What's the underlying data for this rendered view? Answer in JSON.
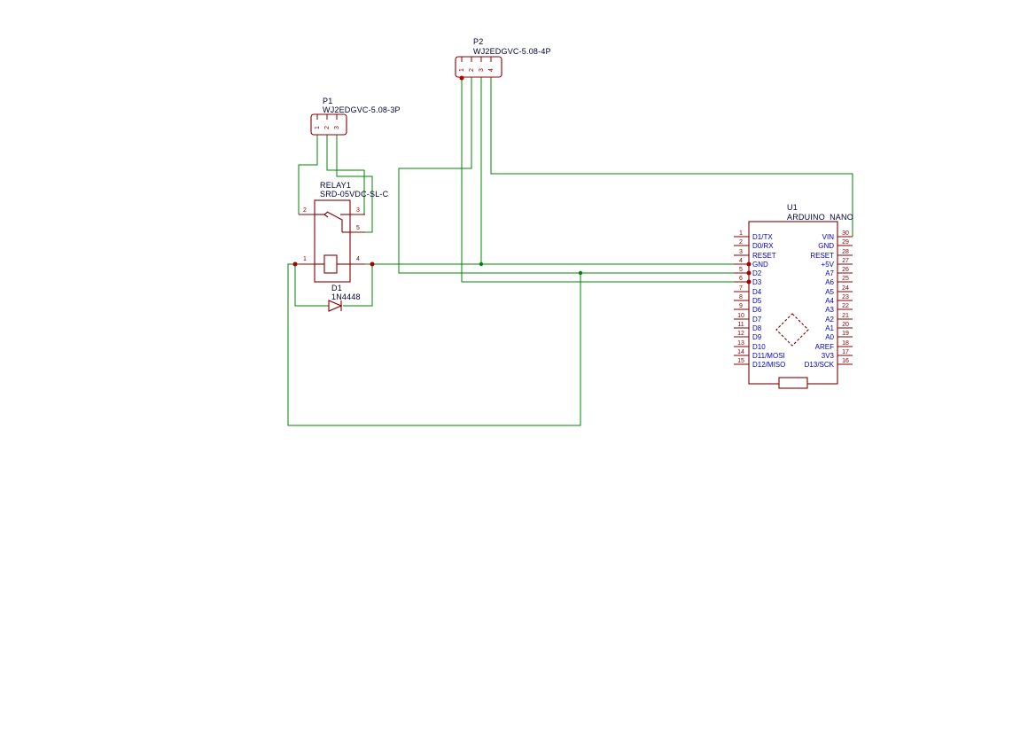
{
  "schematic": {
    "title": "relay-arduino-schematic",
    "colors": {
      "wire": "#008400",
      "symbol_outline": "#840000",
      "pin_number": "#840000",
      "pin_name": "#0000c8",
      "field_text": "#000033",
      "junction_red": "#aa0000",
      "junction_green": "#008400",
      "background": "#ffffff"
    }
  },
  "p1": {
    "ref": "P1",
    "value": "WJ2EDGVC-5.08-3P",
    "pins": [
      "1",
      "2",
      "3"
    ]
  },
  "p2": {
    "ref": "P2",
    "value": "WJ2EDGVC-5.08-4P",
    "pins": [
      "1",
      "2",
      "3",
      "4"
    ]
  },
  "relay1": {
    "ref": "RELAY1",
    "value": "SRD-05VDC-SL-C",
    "pins": {
      "n1": "1",
      "n2": "2",
      "n3": "3",
      "n4": "4",
      "n5": "5"
    }
  },
  "d1": {
    "ref": "D1",
    "value": "1N4448"
  },
  "u1": {
    "ref": "U1",
    "value": "ARDUINO_NANO",
    "left_pins": [
      {
        "num": "1",
        "name": "D1/TX"
      },
      {
        "num": "2",
        "name": "D0/RX"
      },
      {
        "num": "3",
        "name": "RESET"
      },
      {
        "num": "4",
        "name": "GND"
      },
      {
        "num": "5",
        "name": "D2"
      },
      {
        "num": "6",
        "name": "D3"
      },
      {
        "num": "7",
        "name": "D4"
      },
      {
        "num": "8",
        "name": "D5"
      },
      {
        "num": "9",
        "name": "D6"
      },
      {
        "num": "10",
        "name": "D7"
      },
      {
        "num": "11",
        "name": "D8"
      },
      {
        "num": "12",
        "name": "D9"
      },
      {
        "num": "13",
        "name": "D10"
      },
      {
        "num": "14",
        "name": "D11/MOSI"
      },
      {
        "num": "15",
        "name": "D12/MISO"
      }
    ],
    "right_pins": [
      {
        "num": "30",
        "name": "VIN"
      },
      {
        "num": "29",
        "name": "GND"
      },
      {
        "num": "28",
        "name": "RESET"
      },
      {
        "num": "27",
        "name": "+5V"
      },
      {
        "num": "26",
        "name": "A7"
      },
      {
        "num": "25",
        "name": "A6"
      },
      {
        "num": "24",
        "name": "A5"
      },
      {
        "num": "23",
        "name": "A4"
      },
      {
        "num": "22",
        "name": "A3"
      },
      {
        "num": "21",
        "name": "A2"
      },
      {
        "num": "20",
        "name": "A1"
      },
      {
        "num": "19",
        "name": "A0"
      },
      {
        "num": "18",
        "name": "AREF"
      },
      {
        "num": "17",
        "name": "3V3"
      },
      {
        "num": "16",
        "name": "D13/SCK"
      }
    ]
  }
}
